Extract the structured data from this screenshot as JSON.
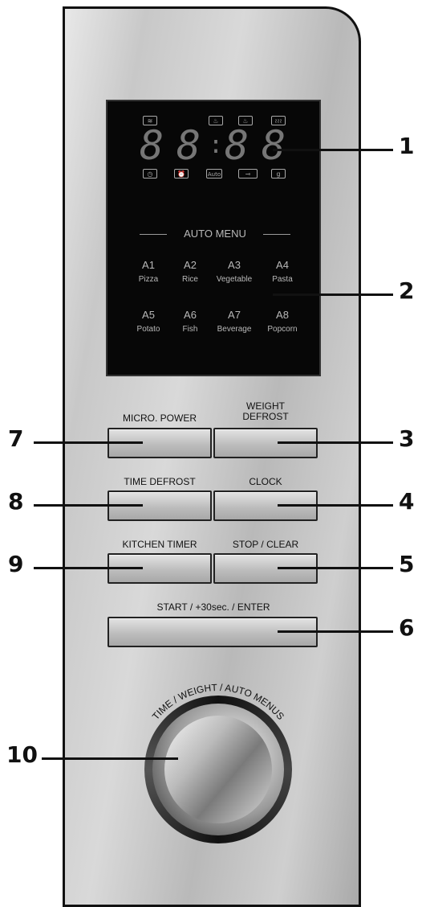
{
  "display": {
    "digits": [
      "8",
      "8",
      "8",
      "8"
    ],
    "colon": ":",
    "top_icons": [
      {
        "name": "microwave-icon",
        "glyph": "≋"
      },
      {
        "name": "combi-1-icon",
        "glyph": "♨"
      },
      {
        "name": "combi-2-icon",
        "glyph": "♨"
      },
      {
        "name": "grill-icon",
        "glyph": "≀≀≀"
      }
    ],
    "bottom_icons": [
      {
        "name": "clock-icon",
        "glyph": "◷"
      },
      {
        "name": "timer-icon",
        "glyph": "⏰"
      },
      {
        "name": "auto-icon",
        "glyph": "Auto"
      },
      {
        "name": "lock-icon",
        "glyph": "⊸"
      },
      {
        "name": "weight-icon",
        "glyph": "g"
      }
    ],
    "auto_menu_title": "AUTO MENU",
    "auto_menus": [
      {
        "code": "A1",
        "name": "Pizza"
      },
      {
        "code": "A2",
        "name": "Rice"
      },
      {
        "code": "A3",
        "name": "Vegetable"
      },
      {
        "code": "A4",
        "name": "Pasta"
      },
      {
        "code": "A5",
        "name": "Potato"
      },
      {
        "code": "A6",
        "name": "Fish"
      },
      {
        "code": "A7",
        "name": "Beverage"
      },
      {
        "code": "A8",
        "name": "Popcorn"
      }
    ]
  },
  "buttons": {
    "micro_power": "MICRO. POWER",
    "weight_defrost_1": "WEIGHT",
    "weight_defrost_2": "DEFROST",
    "time_defrost": "TIME DEFROST",
    "clock": "CLOCK",
    "kitchen_timer": "KITCHEN TIMER",
    "stop_clear": "STOP / CLEAR",
    "start": "START / +30sec. / ENTER"
  },
  "knob_label": "TIME / WEIGHT / AUTO MENUS",
  "callouts": {
    "c1": "1",
    "c2": "2",
    "c3": "3",
    "c4": "4",
    "c5": "5",
    "c6": "6",
    "c7": "7",
    "c8": "8",
    "c9": "9",
    "c10": "10"
  }
}
